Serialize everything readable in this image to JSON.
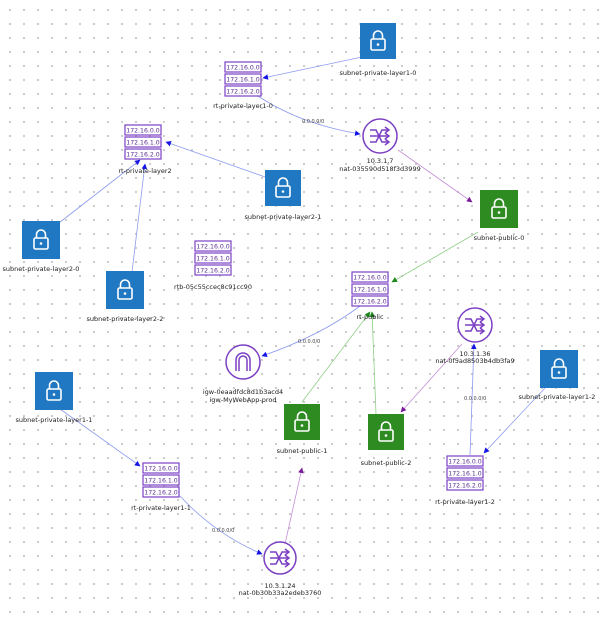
{
  "colors": {
    "subnet_private": "#1f78c1",
    "subnet_public": "#2e8b22",
    "route_table": "#7b3fc4",
    "nat": "#7b3fc4",
    "igw": "#7b3fc4",
    "edge_private": "#8d9bf0",
    "edge_public": "#8fcf86",
    "edge_nat": "#c48fd6",
    "arrow_blue": "#1515e8",
    "arrow_green": "#1a8a1a",
    "arrow_purple": "#7a1a9a"
  },
  "subnets_private": [
    {
      "id": "spl10",
      "label": "subnet-private-layer1-0",
      "icon": "lock-icon"
    },
    {
      "id": "spl21",
      "label": "subnet-private-layer2-1",
      "icon": "lock-icon"
    },
    {
      "id": "spl20",
      "label": "subnet-private-layer2-0",
      "icon": "lock-icon"
    },
    {
      "id": "spl22",
      "label": "subnet-private-layer2-2",
      "icon": "lock-icon"
    },
    {
      "id": "spl11",
      "label": "subnet-private-layer1-1",
      "icon": "lock-icon"
    },
    {
      "id": "spl12",
      "label": "subnet-private-layer1-2",
      "icon": "lock-icon"
    }
  ],
  "subnets_public": [
    {
      "id": "sp0",
      "label": "subnet-public-0",
      "icon": "lock-icon"
    },
    {
      "id": "sp1",
      "label": "subnet-public-1",
      "icon": "lock-icon"
    },
    {
      "id": "sp2",
      "label": "subnet-public-2",
      "icon": "lock-icon"
    }
  ],
  "route_tables": [
    {
      "id": "rt10",
      "label": "rt-private-layer1-0",
      "cidrs": [
        "172.16.0.0",
        "172.16.1.0",
        "172.16.2.0"
      ]
    },
    {
      "id": "rt2",
      "label": "rt-private-layer2",
      "cidrs": [
        "172.16.0.0",
        "172.16.1.0",
        "172.16.2.0"
      ]
    },
    {
      "id": "rtb",
      "label": "rtb-05c55ccec8c91cc90",
      "cidrs": [
        "172.16.0.0",
        "172.16.1.0",
        "172.16.2.0"
      ]
    },
    {
      "id": "rtpub",
      "label": "rt-public",
      "cidrs": [
        "172.16.0.0",
        "172.16.1.0",
        "172.16.2.0"
      ]
    },
    {
      "id": "rt11",
      "label": "rt-private-layer1-1",
      "cidrs": [
        "172.16.0.0",
        "172.16.1.0",
        "172.16.2.0"
      ]
    },
    {
      "id": "rt12",
      "label": "rt-private-layer1-2",
      "cidrs": [
        "172.16.0.0",
        "172.16.1.0",
        "172.16.2.0"
      ]
    }
  ],
  "nat_gateways": [
    {
      "id": "nat0",
      "ip": "10.3.1.7",
      "name": "nat-035590d518f3d3999",
      "icon": "nat-gateway-icon"
    },
    {
      "id": "nat1",
      "ip": "10.3.1.36",
      "name": "nat-0f5ad8503b4db3fa9",
      "icon": "nat-gateway-icon"
    },
    {
      "id": "nat2",
      "ip": "10.3.1.24",
      "name": "nat-0b30b33a2edeb3760",
      "icon": "nat-gateway-icon"
    }
  ],
  "igw": {
    "id": "igw",
    "id_label": "igw-0eaadfdc8d1b3acd4",
    "name": "igw-MyWebApp-prod",
    "icon": "internet-gateway-icon"
  },
  "edge_labels": [
    "0.0.0.0/0",
    "0.0.0.0/0",
    "0.0.0.0/0",
    "0.0.0.0/0"
  ]
}
